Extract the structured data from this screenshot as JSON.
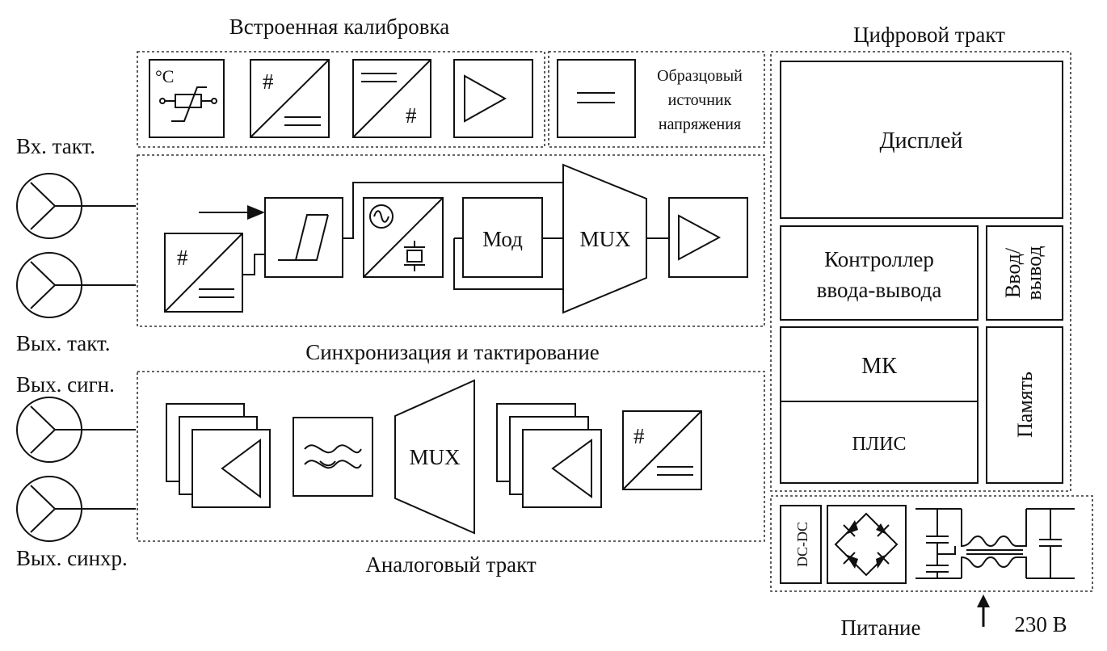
{
  "sections": {
    "calibration": "Встроенная калибровка",
    "digital": "Цифровой тракт",
    "sync": "Синхронизация и тактирование",
    "analog": "Аналоговый тракт",
    "power": "Питание"
  },
  "ports": {
    "clock_in": "Вх. такт.",
    "clock_out": "Вых. такт.",
    "signal_out": "Вых. сигн.",
    "sync_out": "Вых. синхр."
  },
  "blocks": {
    "thermo_unit": "°C",
    "dac_symbol": "#",
    "reference_line1": "Образцовый",
    "reference_line2": "источник",
    "reference_line3": "напряжения",
    "modulator": "Мод",
    "mux": "MUX",
    "display": "Дисплей",
    "io_controller_line1": "Контроллер",
    "io_controller_line2": "ввода-вывода",
    "io_line1": "Ввод/",
    "io_line2": "вывод",
    "mcu": "МК",
    "fpga": "ПЛИС",
    "memory": "Память",
    "dcdc": "DC-DC",
    "mains": "230 В"
  }
}
